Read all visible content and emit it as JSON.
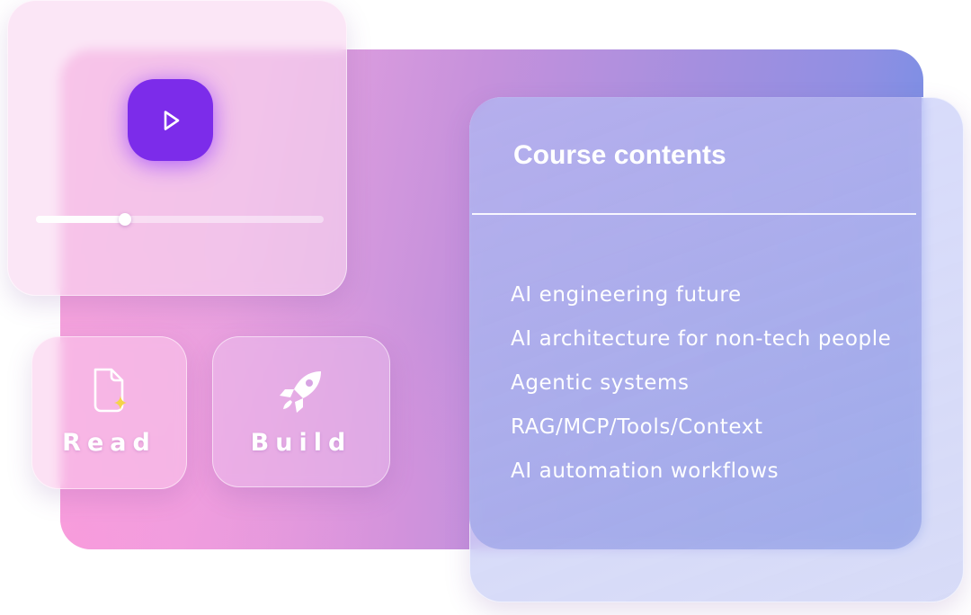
{
  "player": {
    "progress_fraction": 0.31
  },
  "tiles": [
    {
      "label": "Read"
    },
    {
      "label": "Build"
    }
  ],
  "course": {
    "title": "Course contents",
    "items": [
      "AI engineering future",
      "AI architecture for non-tech people",
      "Agentic systems",
      "RAG/MCP/Tools/Context",
      "AI automation workflows"
    ]
  },
  "colors": {
    "play_button": "#7c2cea",
    "sparkle": "#f5d34a",
    "text": "#ffffff"
  },
  "icons": {
    "play": "play-icon",
    "read": "document-sparkle-icon",
    "build": "rocket-icon"
  }
}
